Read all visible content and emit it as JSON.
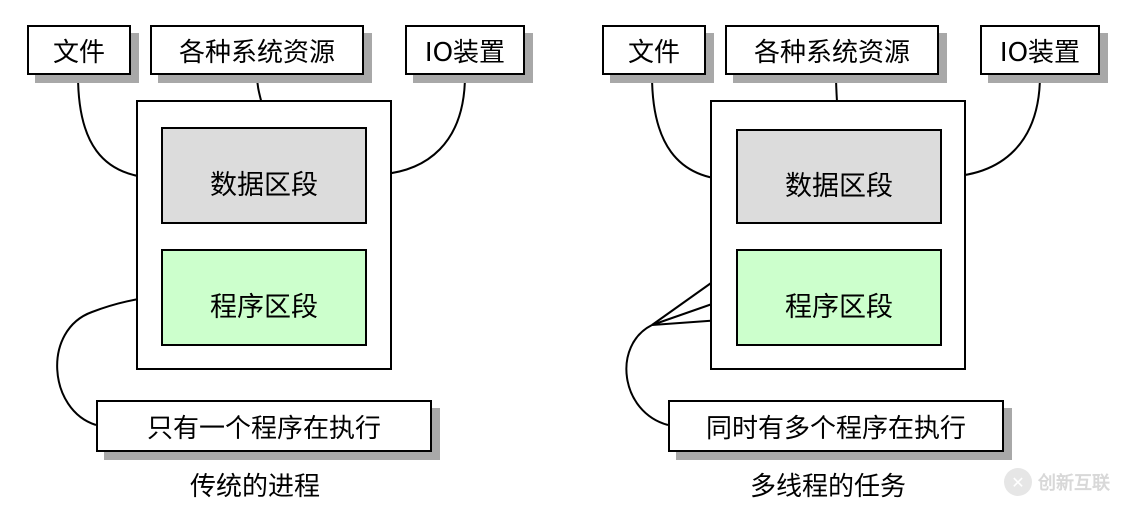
{
  "left": {
    "top_boxes": [
      "文件",
      "各种系统资源",
      "IO装置"
    ],
    "data_segment": "数据区段",
    "program_segment": "程序区段",
    "executor": "只有一个程序在执行",
    "caption": "传统的进程"
  },
  "right": {
    "top_boxes": [
      "文件",
      "各种系统资源",
      "IO装置"
    ],
    "data_segment": "数据区段",
    "program_segment": "程序区段",
    "executor": "同时有多个程序在执行",
    "caption": "多线程的任务"
  },
  "watermark": {
    "text": "创新互联",
    "logo_glyph": "✕"
  },
  "colors": {
    "data_segment_fill": "#dcdcdc",
    "program_segment_fill": "#ccffcc",
    "shadow": "#a8a8a8"
  }
}
